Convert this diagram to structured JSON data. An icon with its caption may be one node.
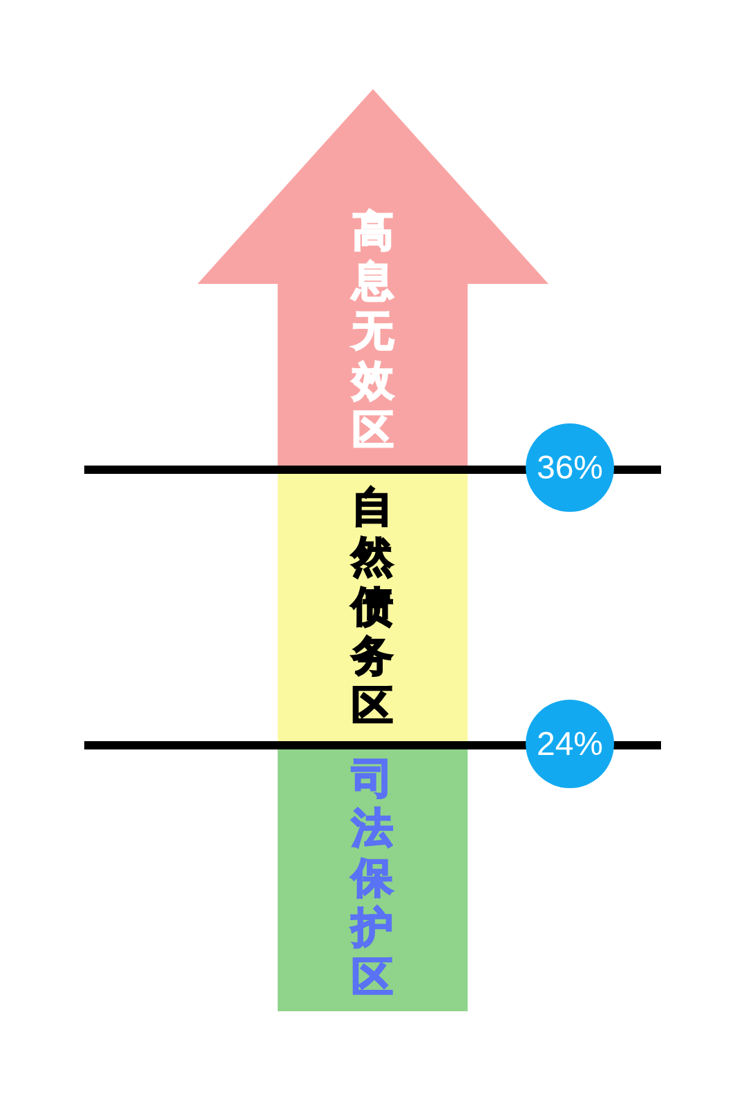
{
  "diagram": {
    "nodes": [
      {
        "text": [
          "高息无效区"
        ]
      },
      {
        "text": [
          "自然债务区"
        ]
      },
      {
        "text": [
          "司法保护区"
        ]
      },
      {
        "text": [
          "36%"
        ]
      },
      {
        "text": [
          "24%"
        ]
      }
    ]
  }
}
